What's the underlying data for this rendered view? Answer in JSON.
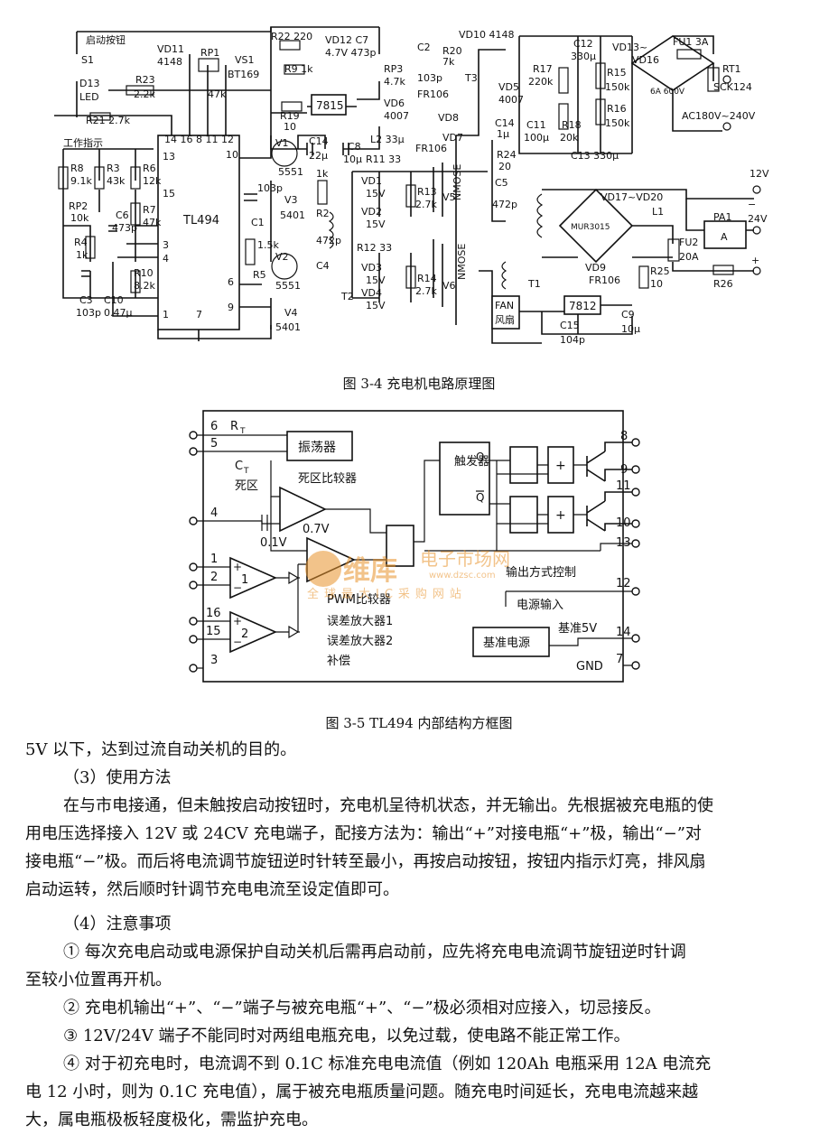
{
  "fig1": {
    "caption": "图 3-4   充电机电路原理图",
    "ic_label": "TL494",
    "ic_top_pins": "14 16 8 11 12",
    "ic_pin_13": "13",
    "ic_pin_15": "15",
    "ic_pin_3": "3",
    "ic_pin_4": "4",
    "ic_pin_1": "1",
    "ic_pin_7": "7",
    "ic_pin_10": "10",
    "ic_pin_6": "6",
    "ic_pin_9": "9",
    "labels": {
      "start_btn": "启动按钮",
      "s1": "S1",
      "d13": "D13",
      "led": "LED",
      "vd11": "VD11",
      "vd11v": "4148",
      "rp1": "RP1",
      "vs1": "VS1",
      "bt169": "BT169",
      "r22": "R22  220",
      "vd12": "VD12 C7",
      "vd12v": "4.7V 473p",
      "r9": "R9  1k",
      "c2": "C2",
      "c2v": "103p",
      "rp3": "RP3",
      "rp3v": "4.7k",
      "r20": "R20",
      "r20v": "7k",
      "vd10": "VD10 4148",
      "fr106a": "FR106",
      "t3": "T3",
      "vd5": "VD5",
      "vd5v": "4007",
      "r23": "R23",
      "r23v": "2.2k",
      "k47": "47k",
      "r21": "R21  2.7k",
      "work_ind": "工作指示",
      "r19": "R19",
      "r19v": "10",
      "reg7815": "7815",
      "vd6": "VD6",
      "vd6v": "4007",
      "vd8": "VD8",
      "vd7": "VD7",
      "fr106b": "FR106",
      "l2": "L2  33µ",
      "c14": "C14",
      "c14v": "22µ",
      "c8": "C8",
      "c8v": "10µ",
      "v1": "V1",
      "v1m": "5551",
      "v3": "V3",
      "v3m": "5401",
      "v2": "V2",
      "v2m": "5551",
      "v4": "V4",
      "v4m": "5401",
      "c1": "C1",
      "c1v": "103p",
      "r5": "R5",
      "r5v": "1.5k",
      "r2": "R2",
      "r2v": "1k",
      "c4": "C4",
      "c4v": "472p",
      "r8": "R8",
      "r8v": "9.1k",
      "r3": "R3",
      "r3v": "43k",
      "r6": "R6",
      "r6v": "12k",
      "r7": "R7",
      "r7v": "47k",
      "c6": "C6",
      "c6v": "473p",
      "rp2": "RP2",
      "rp2v": "10k",
      "r4": "R4",
      "r4v": "1k",
      "r10": "R10",
      "r10v": "8.2k",
      "c3": "C3",
      "c3v": "103p",
      "c10": "C10",
      "c10v": "0.47µ",
      "r11": "R11 33",
      "vd1": "VD1",
      "vd1v": "15V",
      "vd2": "VD2",
      "vd2v": "15V",
      "r13": "R13",
      "r13v": "2.7k",
      "v5": "V5",
      "nmos": "NMOSE",
      "r12": "R12 33",
      "vd3": "VD3",
      "vd3v": "15V",
      "vd4": "VD4",
      "vd4v": "15V",
      "r14": "R14",
      "r14v": "2.7k",
      "v6": "V6",
      "t2": "T2",
      "r24": "R24",
      "r24v": "20",
      "c5": "C5",
      "c5v": "472p",
      "c14b": "C14",
      "c14bv": "1µ",
      "t1": "T1",
      "fan": "FAN",
      "fan_cn": "风扇",
      "c12": "C12",
      "c12v": "330µ",
      "c11": "C11",
      "c11v": "100µ",
      "r17": "R17",
      "r17v": "220k",
      "r18": "R18",
      "r18v": "20k",
      "r15": "R15",
      "r15v": "150k",
      "r16": "R16",
      "r16v": "150k",
      "c13": "C13  330µ",
      "vd13": "VD13~",
      "vd16": "VD16",
      "bridge1": "6A  600V",
      "fu1": "FU1 3A",
      "rt1": "RT1",
      "sck": "SCK124",
      "ac": "AC180V~240V",
      "vd17": "VD17~VD20",
      "l1": "L1",
      "mur": "MUR3015",
      "vd9": "VD9",
      "vd9v": "FR106",
      "pa1": "PA1",
      "amp": "A",
      "fu2": "FU2",
      "fu2v": "20A",
      "r25": "R25",
      "r25v": "10",
      "r26": "R26",
      "out12": "12V",
      "out24": "24V",
      "minus": "−",
      "plus": "+",
      "reg7812": "7812",
      "c15": "C15",
      "c15v": "104p",
      "c9": "C9",
      "c9v": "10µ"
    }
  },
  "fig2": {
    "caption": "图 3-5   TL494 内部结构方框图",
    "osc": "振荡器",
    "rt": "R",
    "rt_sub": "T",
    "ct": "C",
    "ct_sub": "T",
    "dead_zone": "死区",
    "dead_cmp": "死区比较器",
    "v07": "0.7V",
    "v01": "0.1V",
    "flipflop": "触发器",
    "q": "Q",
    "qbar": "Q",
    "output_ctrl": "输出方式控制",
    "power_in": "电源输入",
    "ref": "基准电源",
    "ref5v": "基准5V",
    "gnd": "GND",
    "legend": [
      "PWM比较器",
      "误差放大器1",
      "误差放大器2",
      "补偿"
    ],
    "amp1": "1",
    "amp2": "2",
    "pins_left": [
      "6",
      "5",
      "4",
      "1",
      "2",
      "16",
      "15",
      "3"
    ],
    "pins_right": [
      "8",
      "9",
      "11",
      "10",
      "13",
      "12",
      "14",
      "7"
    ],
    "watermark1": "维库",
    "watermark2": "电子市场网",
    "watermark_url": "www.dzsc.com",
    "watermark3": "全球最大IC采购网站"
  },
  "text": {
    "line1": "5V 以下，达到过流自动关机的目的。",
    "h3": "（3）使用方法",
    "p3a": "在与市电接通，但未触按启动按钮时，充电机呈待机状态，并无输出。先根据被充电瓶的使",
    "p3b": "用电压选择接入 12V 或 24CV 充电端子，配接方法为：输出“+”对接电瓶“+”极，输出“−”对",
    "p3c": "接电瓶“−”极。而后将电流调节旋钮逆时针转至最小，再按启动按钮，按钮内指示灯亮，排风扇",
    "p3d": "启动运转，然后顺时针调节充电电流至设定值即可。",
    "h4": "（4）注意事项",
    "n1a": "① 每次充电启动或电源保护自动关机后需再启动前，应先将充电电流调节旋钮逆时针调",
    "n1b": "至较小位置再开机。",
    "n2": "② 充电机输出“+”、“−”端子与被充电瓶“+”、“−”极必须相对应接入，切忌接反。",
    "n3": "③ 12V/24V 端子不能同时对两组电瓶充电，以免过载，使电路不能正常工作。",
    "n4a": "④ 对于初充电时，电流调不到 0.1C 标准充电电流值（例如 120Ah 电瓶采用 12A 电流充",
    "n4b": "电 12 小时，则为 0.1C 充电值），属于被充电瓶质量问题。随充电时间延长，充电电流越来越",
    "n4c": "大，属电瓶极板轻度极化，需监护充电。"
  }
}
